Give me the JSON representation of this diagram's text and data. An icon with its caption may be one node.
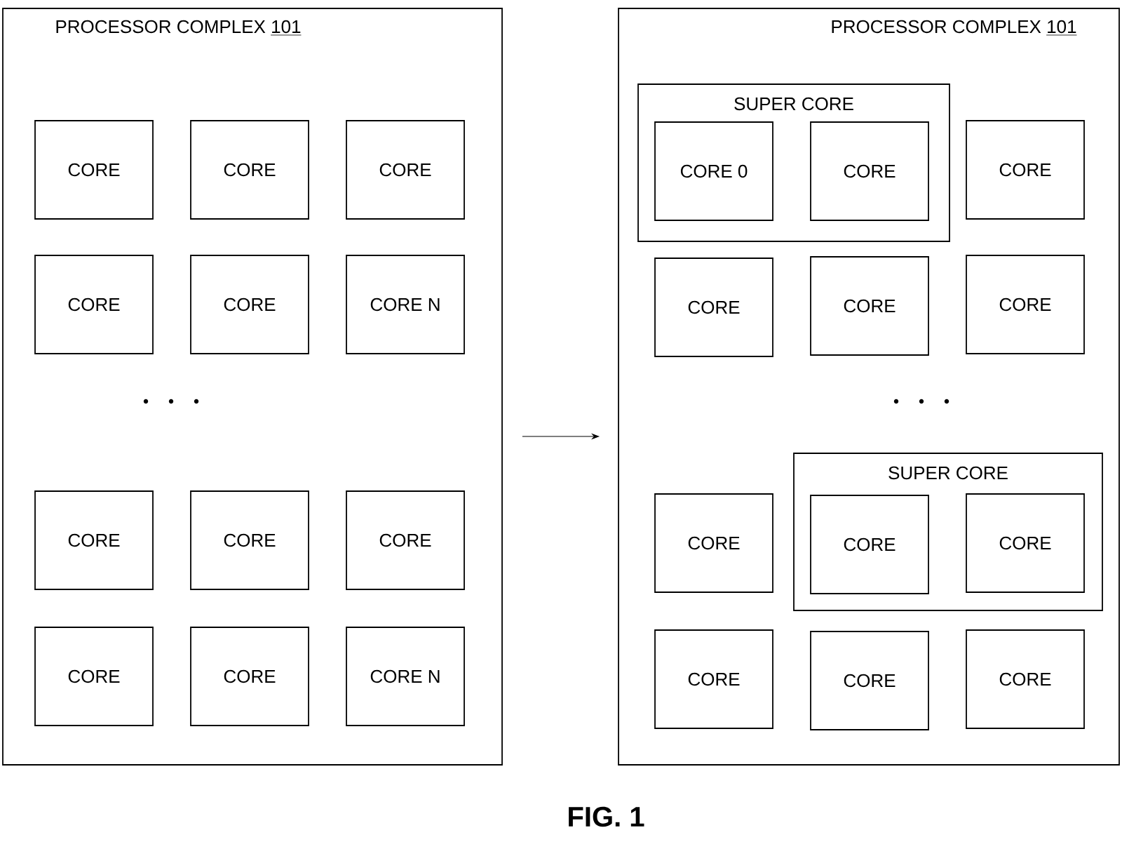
{
  "diagram": {
    "caption": "FIG. 1",
    "nodes": [
      {
        "text": [
          "PROCESSOR COMPLEX",
          "101"
        ]
      },
      {
        "text": [
          "CORE"
        ],
        "in": 0
      },
      {
        "text": [
          "CORE"
        ],
        "in": 0
      },
      {
        "text": [
          "CORE"
        ],
        "in": 0
      },
      {
        "text": [
          "CORE"
        ],
        "in": 0
      },
      {
        "text": [
          "CORE"
        ],
        "in": 0
      },
      {
        "text": [
          "CORE N"
        ],
        "in": 0
      },
      {
        "text": [
          "CORE"
        ],
        "in": 0
      },
      {
        "text": [
          "CORE"
        ],
        "in": 0
      },
      {
        "text": [
          "CORE"
        ],
        "in": 0
      },
      {
        "text": [
          "CORE"
        ],
        "in": 0
      },
      {
        "text": [
          "CORE"
        ],
        "in": 0
      },
      {
        "text": [
          "CORE N"
        ],
        "in": 0
      },
      {
        "text": [
          "PROCESSOR COMPLEX",
          "101"
        ]
      },
      {
        "text": [
          "SUPER CORE"
        ],
        "in": 13
      },
      {
        "text": [
          "CORE 0"
        ],
        "in": 14
      },
      {
        "text": [
          "CORE"
        ],
        "in": 14
      },
      {
        "text": [
          "CORE"
        ],
        "in": 13
      },
      {
        "text": [
          "CORE"
        ],
        "in": 13
      },
      {
        "text": [
          "CORE"
        ],
        "in": 13
      },
      {
        "text": [
          "CORE"
        ],
        "in": 13
      },
      {
        "text": [
          "CORE"
        ],
        "in": 13
      },
      {
        "text": [
          "SUPER CORE"
        ],
        "in": 13
      },
      {
        "text": [
          "CORE"
        ],
        "in": 22
      },
      {
        "text": [
          "CORE"
        ],
        "in": 22
      },
      {
        "text": [
          "CORE"
        ],
        "in": 13
      },
      {
        "text": [
          "CORE"
        ],
        "in": 13
      },
      {
        "text": [
          "CORE"
        ],
        "in": 13
      }
    ],
    "edges": [
      {
        "from": 0,
        "to": 13,
        "arrow": "to"
      }
    ]
  }
}
